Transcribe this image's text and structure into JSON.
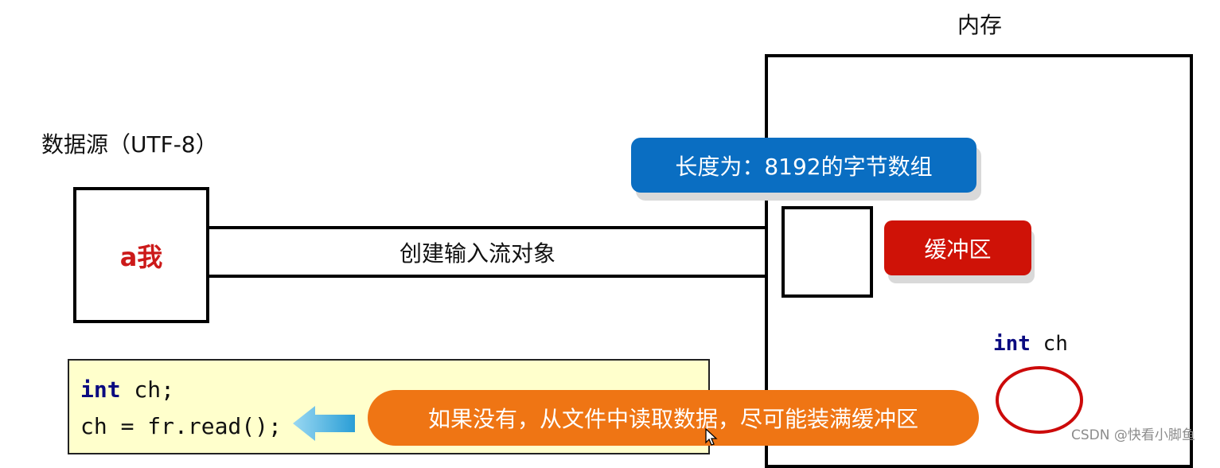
{
  "memory": {
    "title": "内存"
  },
  "source": {
    "title": "数据源（UTF-8）",
    "content": "a我"
  },
  "stream": {
    "label": "创建输入流对象"
  },
  "callout_array": {
    "text": "长度为：8192的字节数组"
  },
  "callout_buffer": {
    "text": "缓冲区"
  },
  "variable": {
    "keyword": "int",
    "name": "ch"
  },
  "code": {
    "line1_keyword": "int",
    "line1_rest": " ch;",
    "line2": "ch = fr.read();"
  },
  "callout_read": {
    "text": "如果没有，从文件中读取数据，尽可能装满缓冲区"
  },
  "watermark": "CSDN @快看小脚鱼",
  "colors": {
    "blue": "#0a6ec2",
    "red": "#cf1207",
    "orange": "#ef7514",
    "code_bg": "#ffffcc",
    "source_text": "#cc1a1a"
  }
}
